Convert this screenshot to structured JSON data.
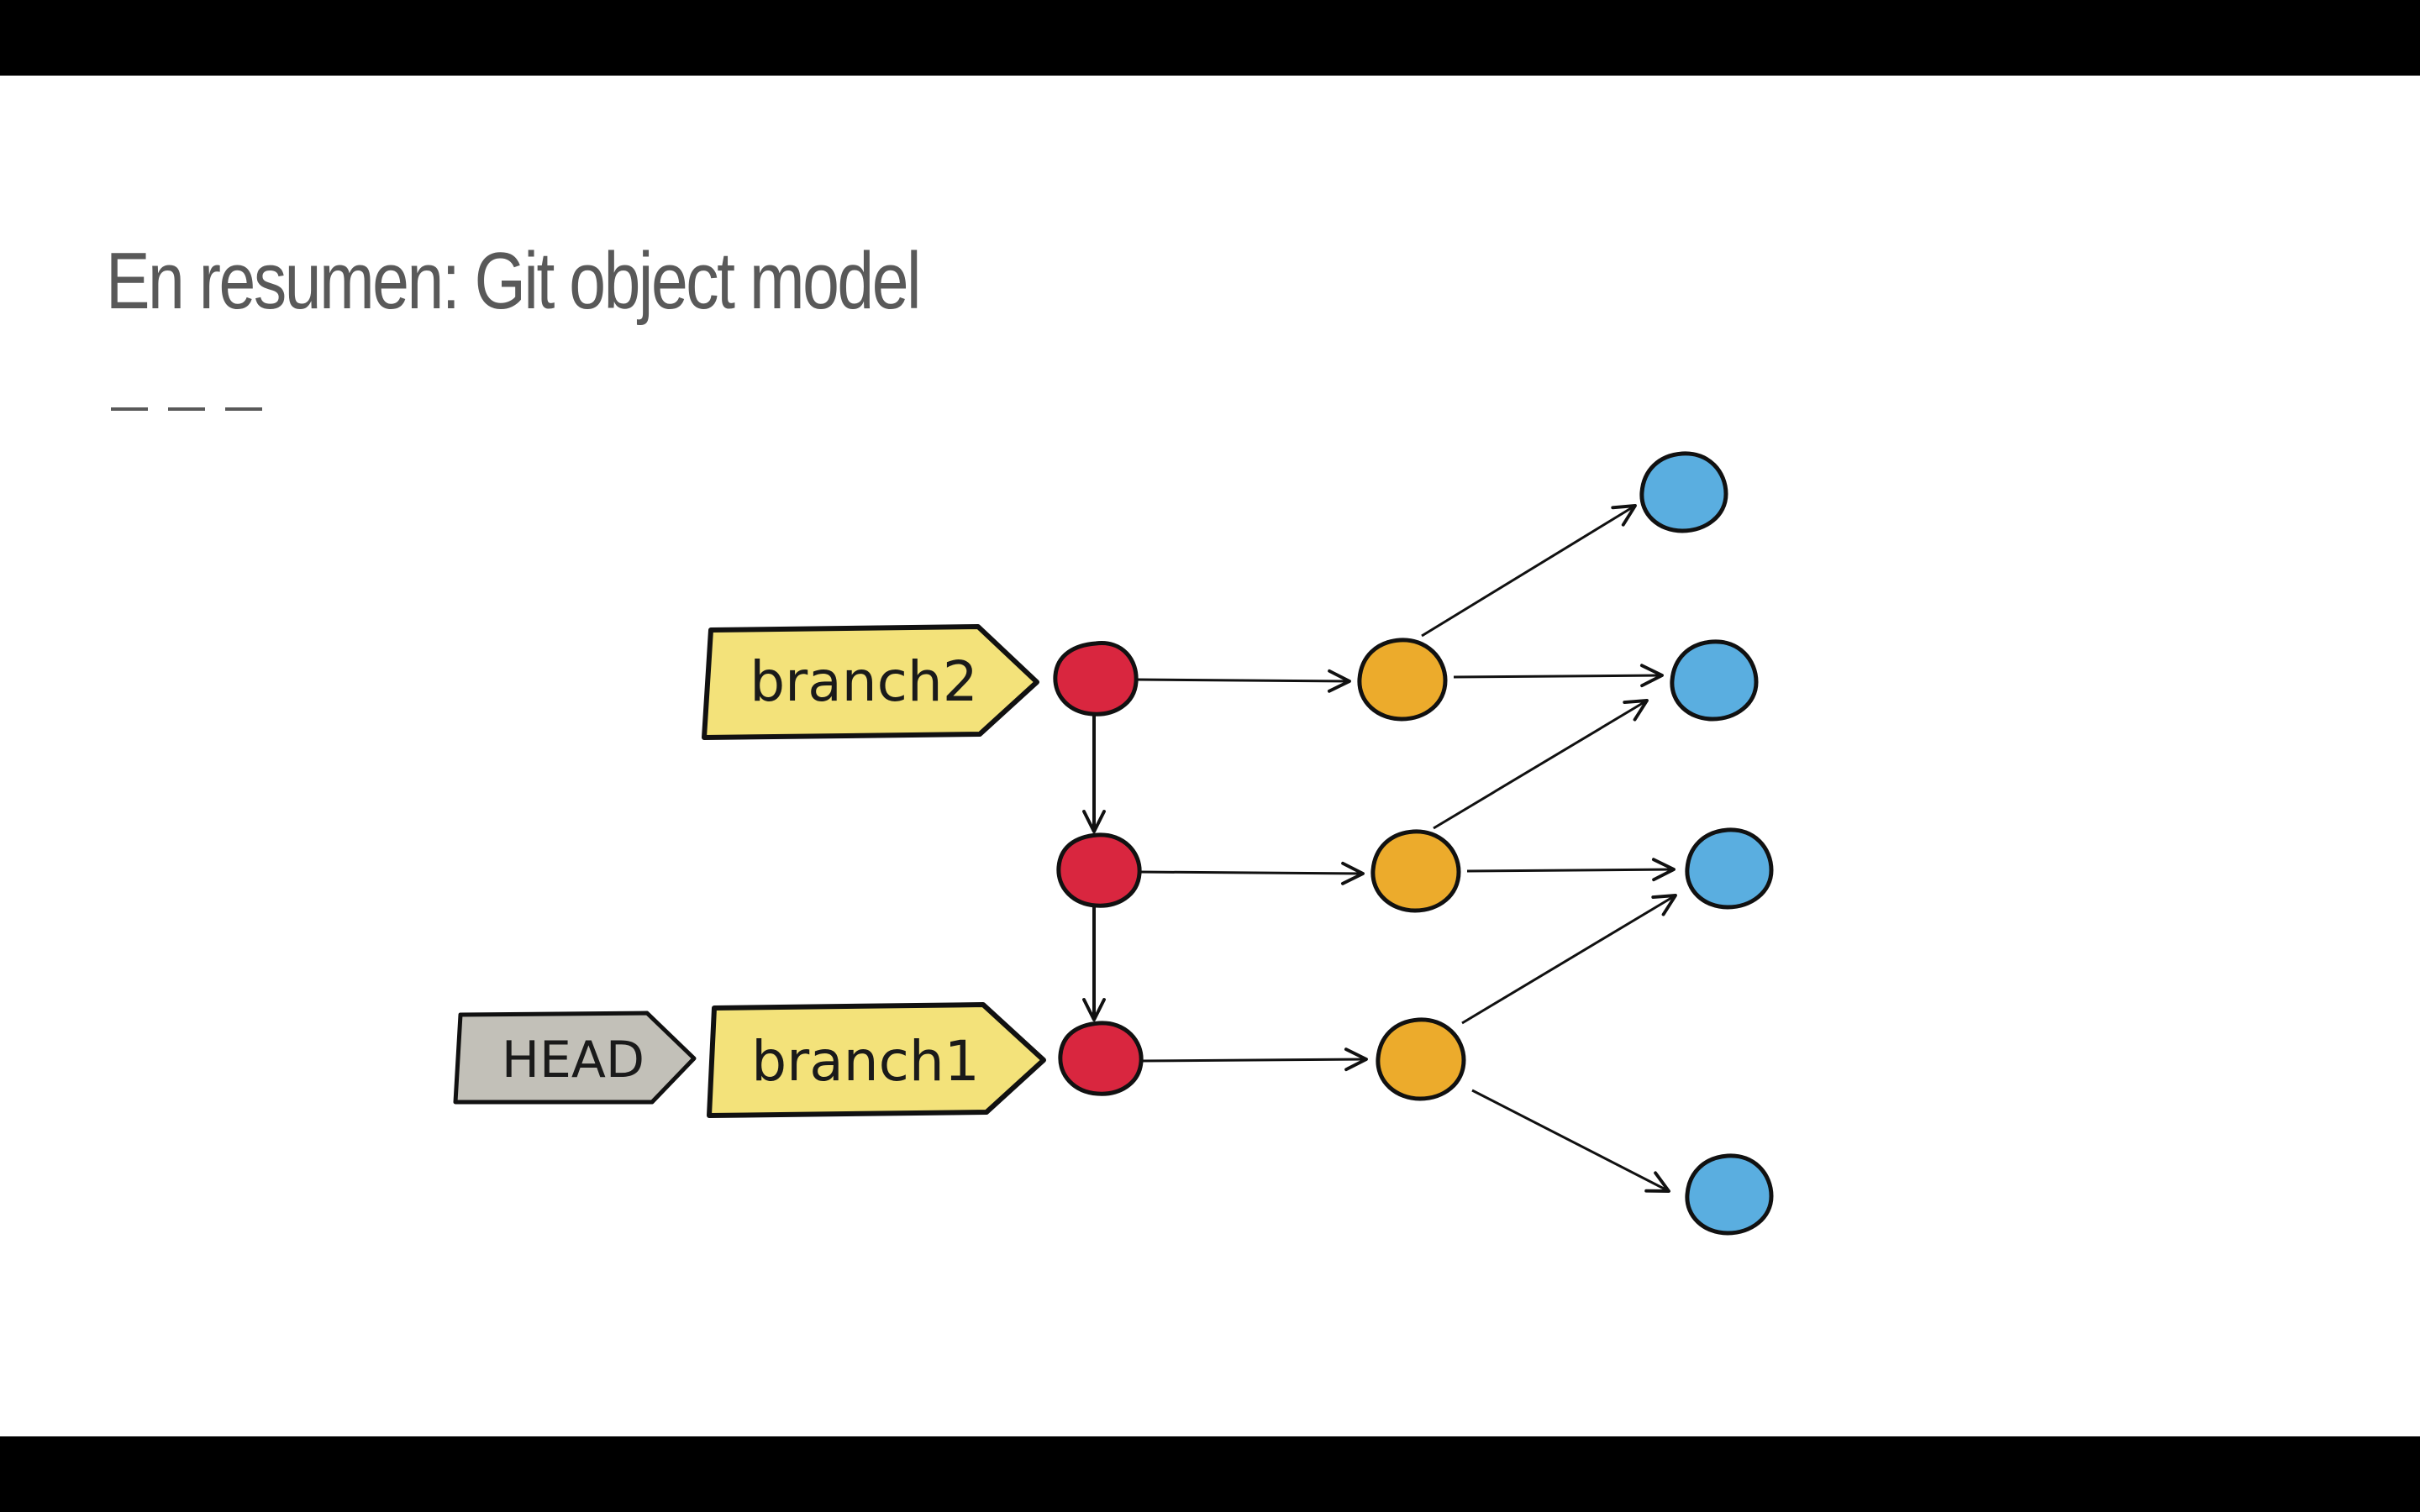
{
  "slide": {
    "title": "En resumen: Git object model"
  },
  "diagram": {
    "labels": {
      "head": "HEAD",
      "branch2": "branch2",
      "branch1": "branch1"
    },
    "colors": {
      "commit": "#d9263f",
      "tree": "#ecab2c",
      "blob": "#5aaee0",
      "branch_tag": "#f3e27a",
      "head_tag": "#c2c0b8",
      "outline": "#111111",
      "title_text": "#595959"
    }
  }
}
